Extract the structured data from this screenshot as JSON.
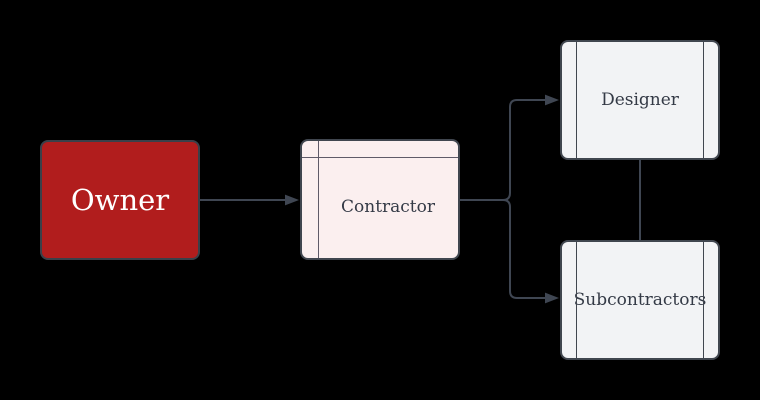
{
  "diagram": {
    "background_color": "#000000",
    "connector_color": "#3f4652",
    "nodes": {
      "owner": {
        "label": "Owner",
        "fill": "#b11d1d",
        "text_color": "#ffffff",
        "shape": "rounded-rectangle"
      },
      "contractor": {
        "label": "Contractor",
        "fill": "#fbefef",
        "text_color": "#343a46",
        "shape": "process-with-top-and-left-bars"
      },
      "designer": {
        "label": "Designer",
        "fill": "#f2f3f5",
        "text_color": "#343a46",
        "shape": "predefined-process"
      },
      "subcontractors": {
        "label": "Subcontractors",
        "fill": "#f2f3f5",
        "text_color": "#343a46",
        "shape": "predefined-process"
      }
    },
    "edges": [
      {
        "name": "owner-to-contractor",
        "from": "Owner",
        "to": "Contractor",
        "arrow": "end"
      },
      {
        "name": "contractor-to-designer",
        "from": "Contractor",
        "to": "Designer",
        "arrow": "end"
      },
      {
        "name": "contractor-to-subcontractors",
        "from": "Contractor",
        "to": "Subcontractors",
        "arrow": "end"
      },
      {
        "name": "designer-to-subcontractors",
        "from": "Designer",
        "to": "Subcontractors",
        "arrow": "none"
      }
    ]
  }
}
